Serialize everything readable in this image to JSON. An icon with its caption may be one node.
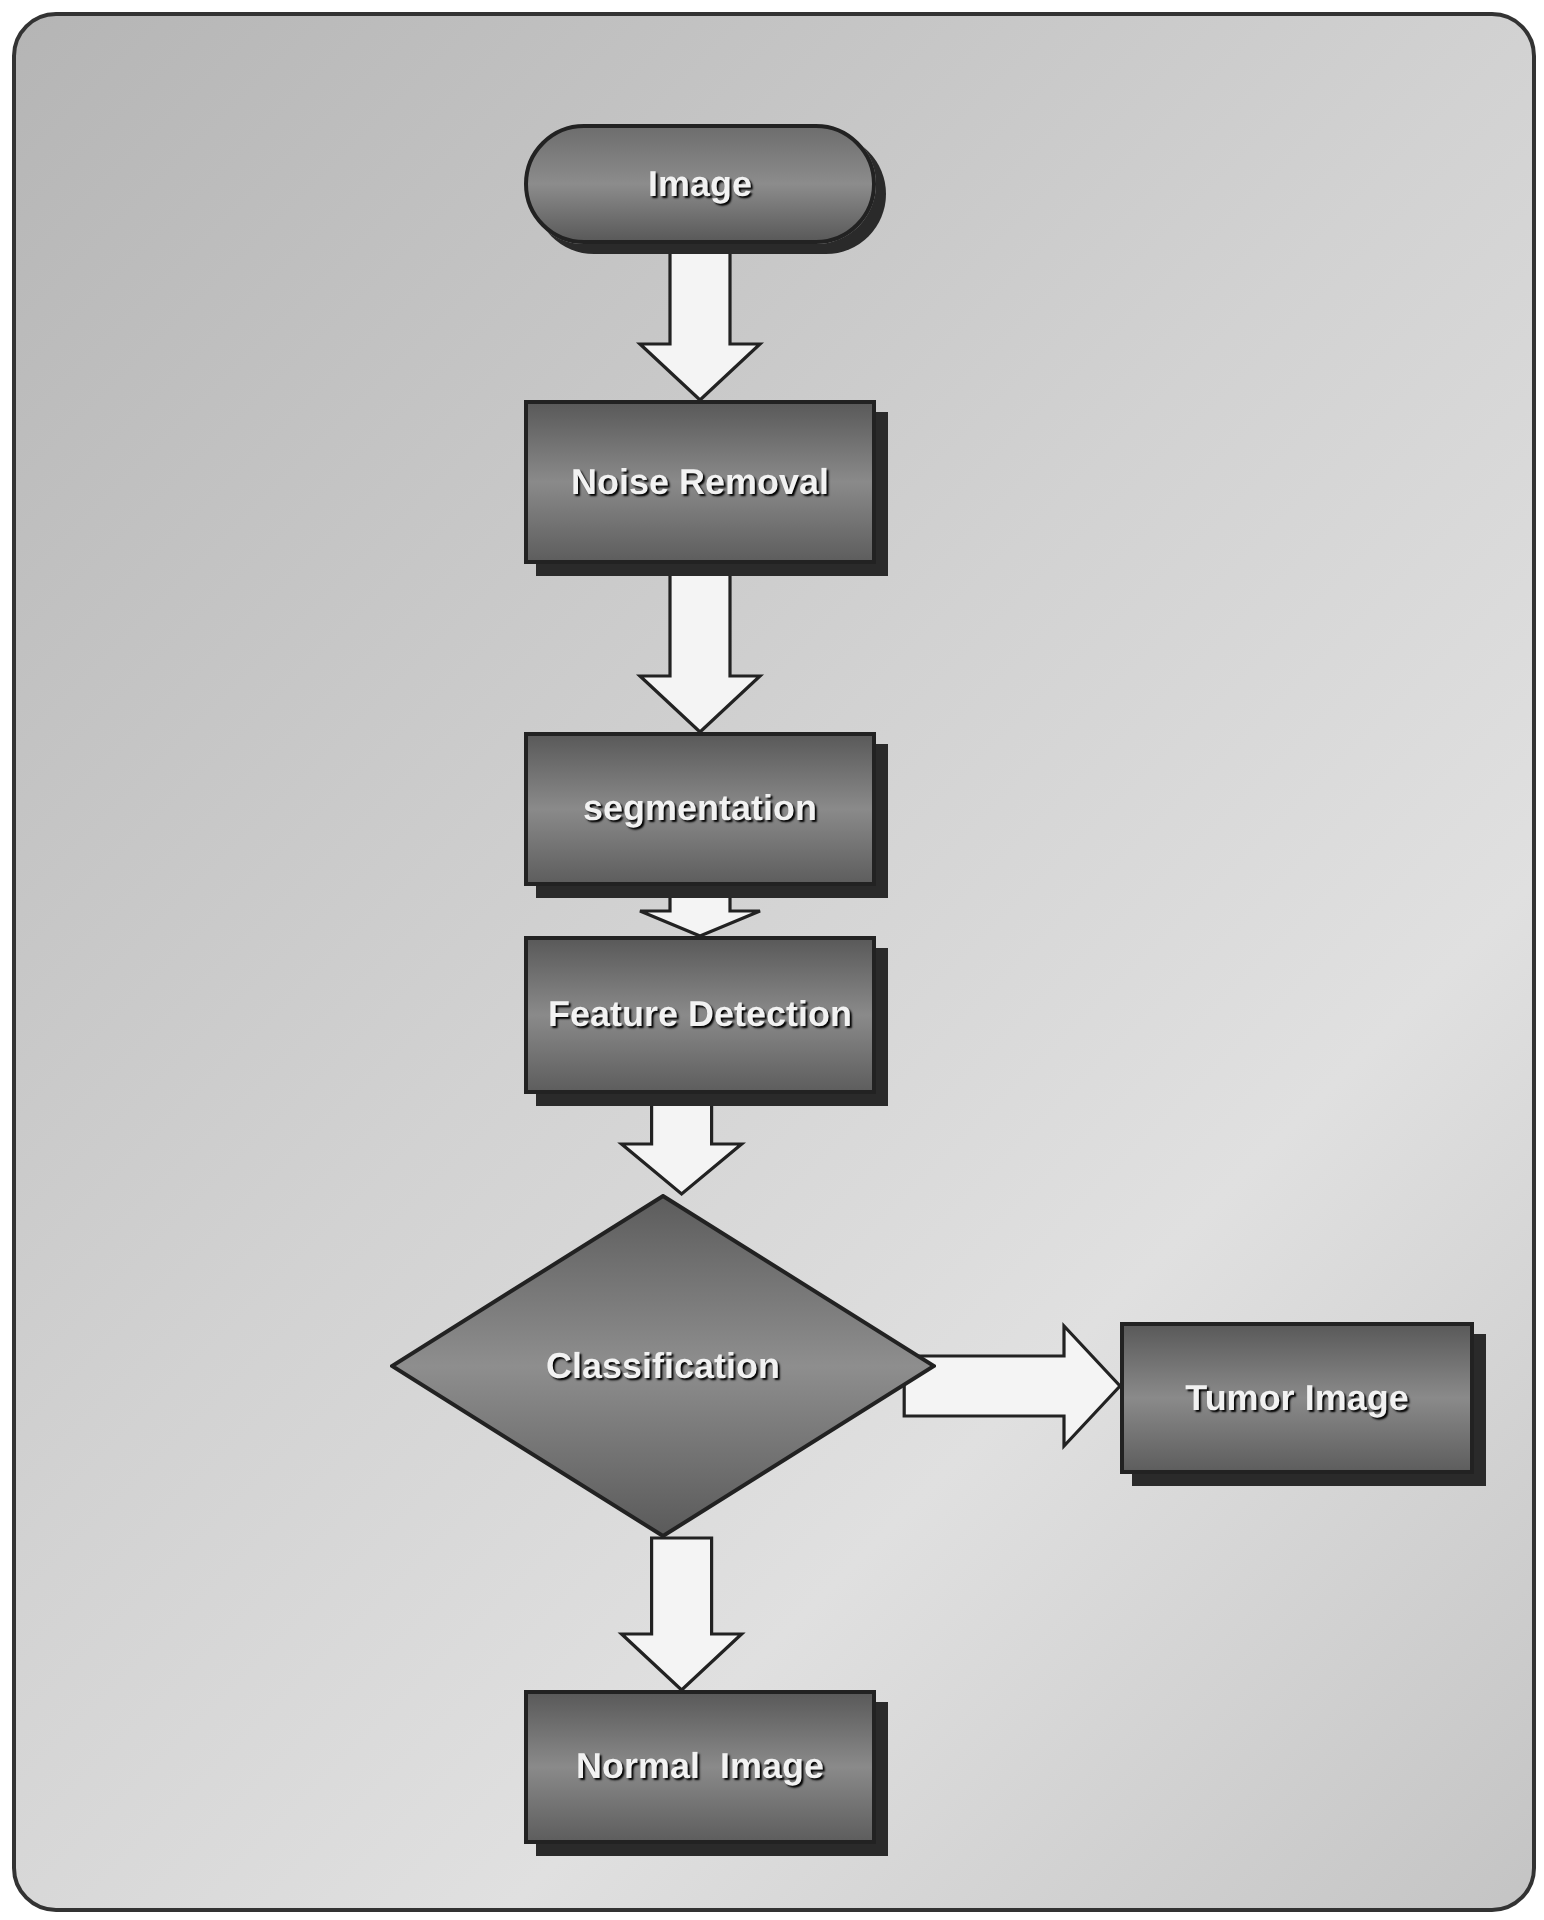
{
  "diagram": {
    "nodes": [
      {
        "text": [
          "Image"
        ]
      },
      {
        "text": [
          "Noise Removal"
        ]
      },
      {
        "text": [
          "segmentation"
        ]
      },
      {
        "text": [
          "Feature Detection"
        ]
      },
      {
        "text": [
          "Classification"
        ]
      },
      {
        "text": [
          "Tumor Image"
        ]
      },
      {
        "text": [
          "Normal  Image"
        ]
      }
    ],
    "edges": [
      {
        "from": 0,
        "to": 1,
        "arrow": "to"
      },
      {
        "from": 1,
        "to": 2,
        "arrow": "to"
      },
      {
        "from": 2,
        "to": 3,
        "arrow": "to"
      },
      {
        "from": 3,
        "to": 4,
        "arrow": "to"
      },
      {
        "from": 4,
        "to": 5,
        "arrow": "to"
      },
      {
        "from": 4,
        "to": 6,
        "arrow": "to"
      }
    ]
  }
}
